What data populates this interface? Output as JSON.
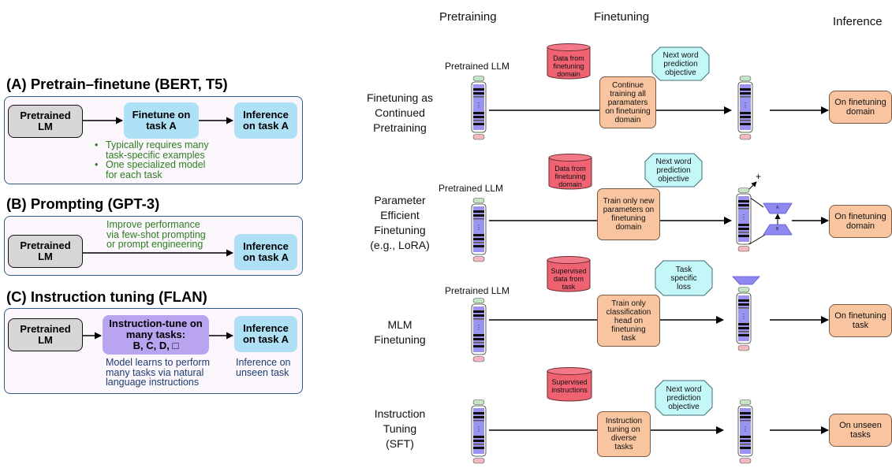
{
  "left": {
    "a": {
      "title": "(A) Pretrain–finetune (BERT, T5)",
      "box1": "Pretrained\nLM",
      "box2": "Finetune on\ntask A",
      "box3": "Inference\non task A",
      "bullets": [
        "Typically requires many\ntask-specific examples",
        "One specialized model\nfor each task"
      ]
    },
    "b": {
      "title": "(B) Prompting (GPT-3)",
      "box1": "Pretrained\nLM",
      "note": "Improve performance\nvia few-shot prompting\nor prompt engineering",
      "box3": "Inference\non task A"
    },
    "c": {
      "title": "(C) Instruction tuning (FLAN)",
      "box1": "Pretrained\nLM",
      "box2": "Instruction-tune on\nmany tasks:\nB, C, D, □",
      "box3": "Inference\non task A",
      "note1": "Model learns to perform\nmany tasks via natural\nlanguage instructions",
      "note2": "Inference on\nunseen task"
    }
  },
  "right": {
    "headers": {
      "pretraining": "Pretraining",
      "finetuning": "Finetuning",
      "inference": "Inference"
    },
    "pretrained_llm": "Pretrained LLM",
    "rows": [
      {
        "label": "Finetuning as\nContinued\nPretraining",
        "data": "Data from\nfinetuning\ndomain",
        "objective": "Next word\nprediction\nobjective",
        "process": "Continue\ntraining all\nparamaters\non finetuning\ndomain",
        "output": "On finetuning\ndomain"
      },
      {
        "label": "Parameter\nEfficient\nFinetuning\n(e.g., LoRA)",
        "data": "Data from\nfinetuning\ndomain",
        "objective": "Next word\nprediction\nobjective",
        "process": "Train only new\nparameters on\nfinetuning\ndomain",
        "output": "On finetuning\ndomain",
        "adapter_a": "A",
        "adapter_b": "B",
        "plus": "+"
      },
      {
        "label": "MLM\nFinetuning",
        "data": "Supervised\ndata from\ntask",
        "objective": "Task\nspecific\nloss",
        "process": "Train only\nclassification\nhead on\nfinetuning\ntask",
        "output": "On finetuning\ntask"
      },
      {
        "label": "Instruction\nTuning\n(SFT)",
        "data": "Supervised\ninstructions",
        "objective": "Next word\nprediction\nobjective",
        "process": "Instruction\ntuning on\ndiverse\ntasks",
        "output": "On unseen\ntasks"
      }
    ]
  }
}
